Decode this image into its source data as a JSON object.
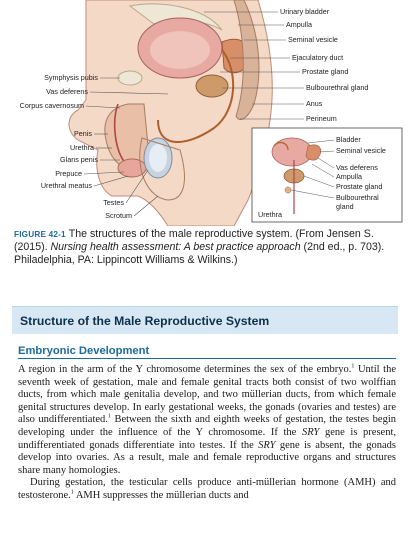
{
  "figure": {
    "labels_right": [
      "Urinary bladder",
      "Ampulla",
      "Seminal vesicle",
      "Ejaculatory duct",
      "Prostate gland",
      "Bulbourethral gland",
      "Anus",
      "Perineum"
    ],
    "labels_left": [
      "Symphysis pubis",
      "Vas deferens",
      "Corpus cavernosum",
      "Penis",
      "Urethra",
      "Glans penis",
      "Prepuce",
      "Urethral meatus",
      "Testes",
      "Scrotum"
    ],
    "inset_labels": [
      "Bladder",
      "Seminal vesicle",
      "Vas deferens",
      "Ampulla",
      "Prostate gland",
      "Bulbourethral",
      "gland",
      "Urethra"
    ]
  },
  "caption": {
    "fig_num": "FIGURE 42-1",
    "text_start": "The structures of the male reproductive system. (From Jensen S. (2015). ",
    "book_title": "Nursing health assessment: A best practice approach",
    "text_end": " (2nd ed., p. 703). Philadelphia, PA: Lippincott Williams & Wilkins.)"
  },
  "section_title": "Structure of the Male Reproductive System",
  "subsection_title": "Embryonic Development",
  "paragraph1": {
    "s1": "A region in the arm of the Y chromosome determines the sex of the embryo.",
    "c1": "1",
    "s2": " Until the seventh week of gestation, male and female genital tracts both consist of two wolffian ducts, from which male genitalia develop, and two müllerian ducts, from which female genital structures develop. In early gestational weeks, the gonads (ovaries and testes) are also undifferentiated.",
    "c2": "1",
    "s3": " Between the sixth and eighth weeks of gestation, the testes begin developing under the influence of the Y chromosome. If the ",
    "sry1": "SRY",
    "s4": " gene is present, undifferentiated gonads differentiate into testes. If the ",
    "sry2": "SRY",
    "s5": " gene is absent, the gonads develop into ovaries. As a result, male and female reproductive organs and structures share many homologies."
  },
  "paragraph2": {
    "s1": "During gestation, the testicular cells produce anti-müllerian hormone (AMH) and testosterone.",
    "c1": "1",
    "s2": " AMH suppresses the müllerian ducts and"
  }
}
